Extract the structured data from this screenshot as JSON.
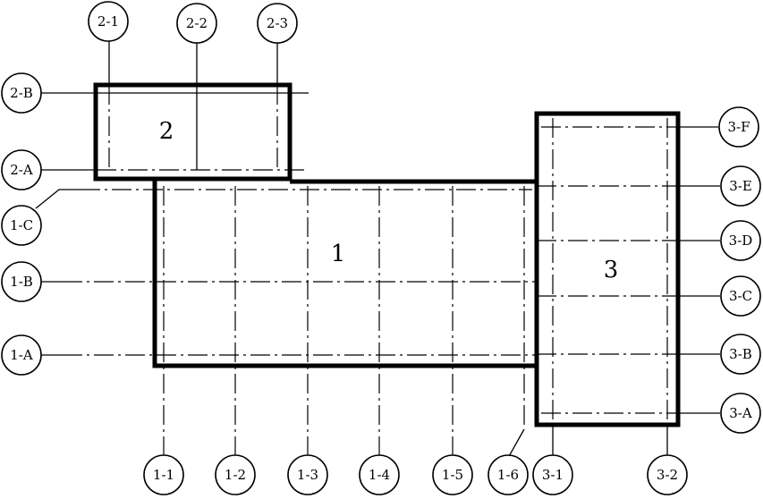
{
  "zones": [
    {
      "id": "zone-1",
      "label": "1"
    },
    {
      "id": "zone-2",
      "label": "2"
    },
    {
      "id": "zone-3",
      "label": "3"
    }
  ],
  "axes": {
    "a2_1": "2-1",
    "a2_2": "2-2",
    "a2_3": "2-3",
    "a2_B": "2-B",
    "a2_A": "2-A",
    "a1_C": "1-C",
    "a1_B": "1-B",
    "a1_A": "1-A",
    "a1_1": "1-1",
    "a1_2": "1-2",
    "a1_3": "1-3",
    "a1_4": "1-4",
    "a1_5": "1-5",
    "a1_6": "1-6",
    "a3_1": "3-1",
    "a3_2": "3-2",
    "a3_F": "3-F",
    "a3_E": "3-E",
    "a3_D": "3-D",
    "a3_C": "3-C",
    "a3_B": "3-B",
    "a3_A": "3-A"
  }
}
